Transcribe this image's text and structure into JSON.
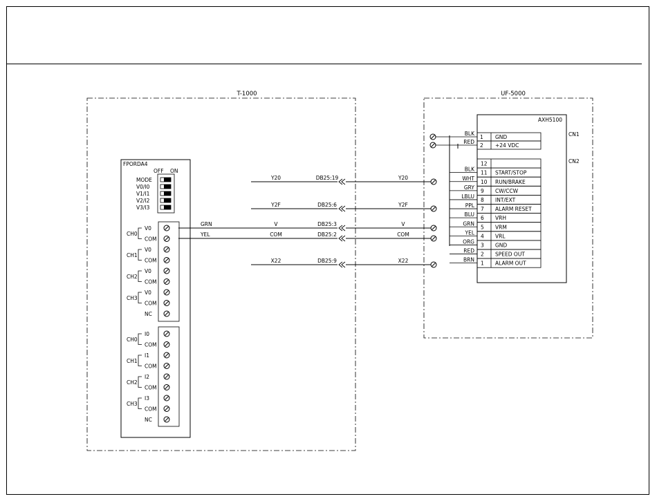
{
  "blocks": {
    "left_enclosure": "T-1000",
    "right_enclosure": "UF-5000",
    "module": "FPORDA4",
    "drive": "AXH5100"
  },
  "dip": {
    "off": "OFF",
    "on": "ON",
    "labels": [
      "MODE",
      "V0/I0",
      "V1/I1",
      "V2/I2",
      "V3/I3"
    ]
  },
  "voltage_block": {
    "rows": [
      {
        "group": "CH0",
        "sub": "V0"
      },
      {
        "group": "",
        "sub": "COM"
      },
      {
        "group": "CH1",
        "sub": "V0"
      },
      {
        "group": "",
        "sub": "COM"
      },
      {
        "group": "CH2",
        "sub": "V0"
      },
      {
        "group": "",
        "sub": "COM"
      },
      {
        "group": "CH3",
        "sub": "V0"
      },
      {
        "group": "",
        "sub": "COM"
      },
      {
        "group": "",
        "sub": "NC"
      }
    ]
  },
  "current_block": {
    "rows": [
      {
        "group": "CH0",
        "sub": "I0"
      },
      {
        "group": "",
        "sub": "COM"
      },
      {
        "group": "CH1",
        "sub": "I1"
      },
      {
        "group": "",
        "sub": "COM"
      },
      {
        "group": "CH2",
        "sub": "I2"
      },
      {
        "group": "",
        "sub": "COM"
      },
      {
        "group": "CH3",
        "sub": "I3"
      },
      {
        "group": "",
        "sub": "COM"
      },
      {
        "group": "",
        "sub": "NC"
      }
    ]
  },
  "module_wires": [
    "GRN",
    "YEL"
  ],
  "signals": [
    {
      "left": "Y20",
      "db": "DB25:19",
      "right": "Y20"
    },
    {
      "left": "Y2F",
      "db": "DB25:6",
      "right": "Y2F"
    },
    {
      "left": "V",
      "db": "DB25:3",
      "right": "V"
    },
    {
      "left": "COM",
      "db": "DB25:2",
      "right": "COM"
    },
    {
      "left": "X22",
      "db": "DB25:9",
      "right": "X22"
    }
  ],
  "cn1": {
    "label": "CN1",
    "pins": [
      {
        "num": "1",
        "name": "GND",
        "wire": "BLK"
      },
      {
        "num": "2",
        "name": "+24 VDC",
        "wire": "RED"
      }
    ]
  },
  "cn2": {
    "label": "CN2",
    "pins": [
      {
        "num": "12",
        "name": "",
        "wire": ""
      },
      {
        "num": "11",
        "name": "START/STOP",
        "wire": "BLK"
      },
      {
        "num": "10",
        "name": "RUN/BRAKE",
        "wire": "WHT"
      },
      {
        "num": "9",
        "name": "CW/CCW",
        "wire": "GRY"
      },
      {
        "num": "8",
        "name": "INT/EXT",
        "wire": "LBLU"
      },
      {
        "num": "7",
        "name": "ALARM RESET",
        "wire": "PPL"
      },
      {
        "num": "6",
        "name": "VRH",
        "wire": "BLU"
      },
      {
        "num": "5",
        "name": "VRM",
        "wire": "GRN"
      },
      {
        "num": "4",
        "name": "VRL",
        "wire": "YEL"
      },
      {
        "num": "3",
        "name": "GND",
        "wire": "ORG"
      },
      {
        "num": "2",
        "name": "SPEED OUT",
        "wire": "RED"
      },
      {
        "num": "1",
        "name": "ALARM OUT",
        "wire": "BRN"
      }
    ]
  }
}
